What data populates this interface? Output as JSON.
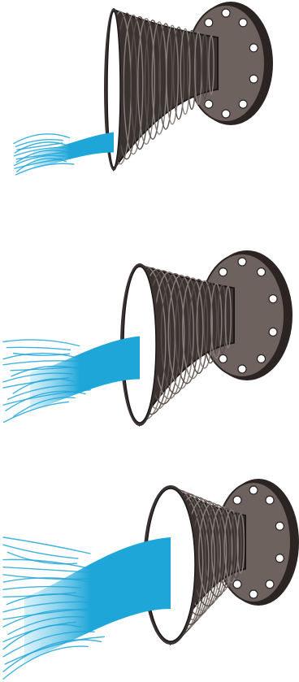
{
  "diagram": {
    "panels": [
      {
        "state": "closed",
        "opening": 0.1
      },
      {
        "state": "partially-open",
        "opening": 0.5
      },
      {
        "state": "fully-open",
        "opening": 1.0
      }
    ],
    "colors": {
      "body_dark": "#3a3331",
      "body_mid": "#5a504c",
      "body_ridge": "#8a7f7a",
      "flange": "#6d625e",
      "flange_edge": "#2b2423",
      "bolt": "#ffffff",
      "water": "#1ea6d8",
      "water_light": "#8fd6f0",
      "mouth_inner": "#ffffff"
    }
  }
}
